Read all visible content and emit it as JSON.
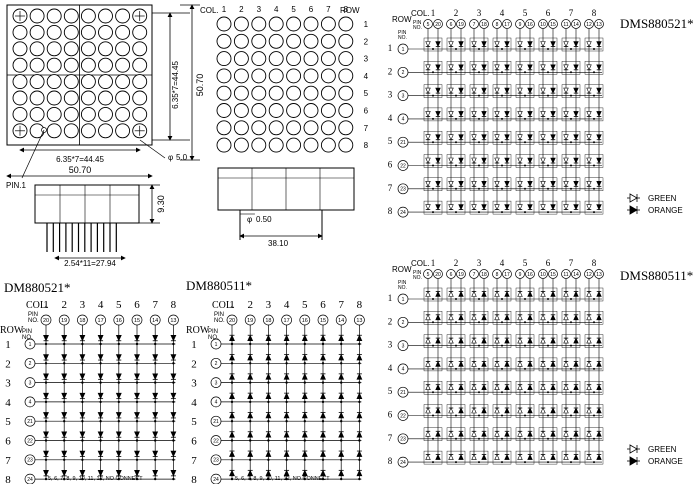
{
  "labels": {
    "col": "COL.",
    "row": "ROW",
    "pin": "PIN",
    "no": "NO.",
    "pin1": "PIN.1"
  },
  "matrix": {
    "rows": 8,
    "cols": 8,
    "col_numbers": [
      "1",
      "2",
      "3",
      "4",
      "5",
      "6",
      "7",
      "8"
    ],
    "row_numbers": [
      "1",
      "2",
      "3",
      "4",
      "5",
      "6",
      "7",
      "8"
    ]
  },
  "pins": {
    "single_col": [
      "20",
      "19",
      "18",
      "17",
      "16",
      "15",
      "14",
      "13"
    ],
    "single_row": [
      "1",
      "2",
      "3",
      "4",
      "21",
      "22",
      "23",
      "24"
    ],
    "dual_col": [
      [
        "5",
        "20"
      ],
      [
        "6",
        "19"
      ],
      [
        "7",
        "18"
      ],
      [
        "8",
        "17"
      ],
      [
        "9",
        "16"
      ],
      [
        "10",
        "15"
      ],
      [
        "11",
        "14"
      ],
      [
        "12",
        "13"
      ]
    ],
    "dual_row": [
      "1",
      "2",
      "3",
      "4",
      "21",
      "22",
      "23",
      "24"
    ]
  },
  "dimensions": {
    "pitch_h": "6.35*7=44.45",
    "pitch_v": "6.35*7=44.45",
    "width": "50.70",
    "height": "50.70",
    "dot_dia": "5.0",
    "depth": "9.30",
    "pin_span": "2.54*11=27.94",
    "pin_dia": "0.50",
    "pin_row": "38.10",
    "phi": "φ"
  },
  "diagrams": {
    "dms880521": "DMS880521*",
    "dms880511": "DMS880511*",
    "dm880521": "DM880521*",
    "dm880511": "DM880511*"
  },
  "legend": {
    "green": "GREEN",
    "orange": "ORANGE"
  },
  "notes": {
    "no_connect": "5, 6, 7, 8, 9, 10, 11, 12, NO CONNECT"
  }
}
